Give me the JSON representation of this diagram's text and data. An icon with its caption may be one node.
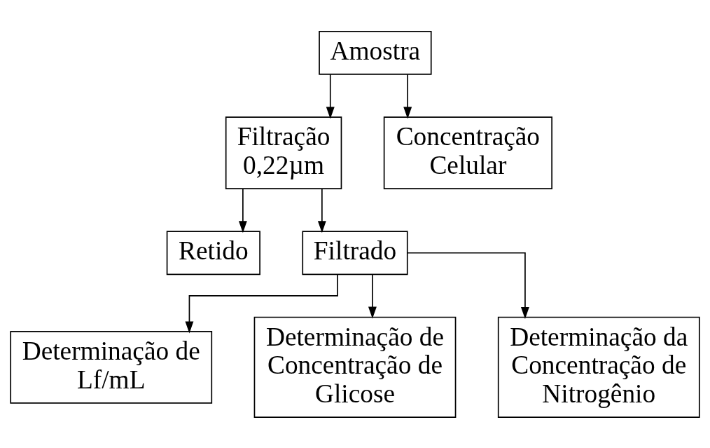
{
  "diagram": {
    "nodes": [
      {
        "text": [
          "Amostra"
        ]
      },
      {
        "text": [
          "Filtração",
          "0,22µm"
        ]
      },
      {
        "text": [
          "Concentração Celular"
        ]
      },
      {
        "text": [
          "Retido"
        ]
      },
      {
        "text": [
          "Filtrado"
        ]
      },
      {
        "text": [
          "Determinação de Lf/mL"
        ]
      },
      {
        "text": [
          "Determinação de Concentração de Glicose"
        ]
      },
      {
        "text": [
          "Determinação da Concentração de Nitrogênio"
        ]
      }
    ],
    "edges": [
      {
        "from": 0,
        "to": 1,
        "arrow": "to"
      },
      {
        "from": 0,
        "to": 2,
        "arrow": "to"
      },
      {
        "from": 1,
        "to": 3,
        "arrow": "to"
      },
      {
        "from": 1,
        "to": 4,
        "arrow": "to"
      },
      {
        "from": 4,
        "to": 5,
        "arrow": "to"
      },
      {
        "from": 4,
        "to": 6,
        "arrow": "to"
      },
      {
        "from": 4,
        "to": 7,
        "arrow": "to"
      }
    ]
  }
}
